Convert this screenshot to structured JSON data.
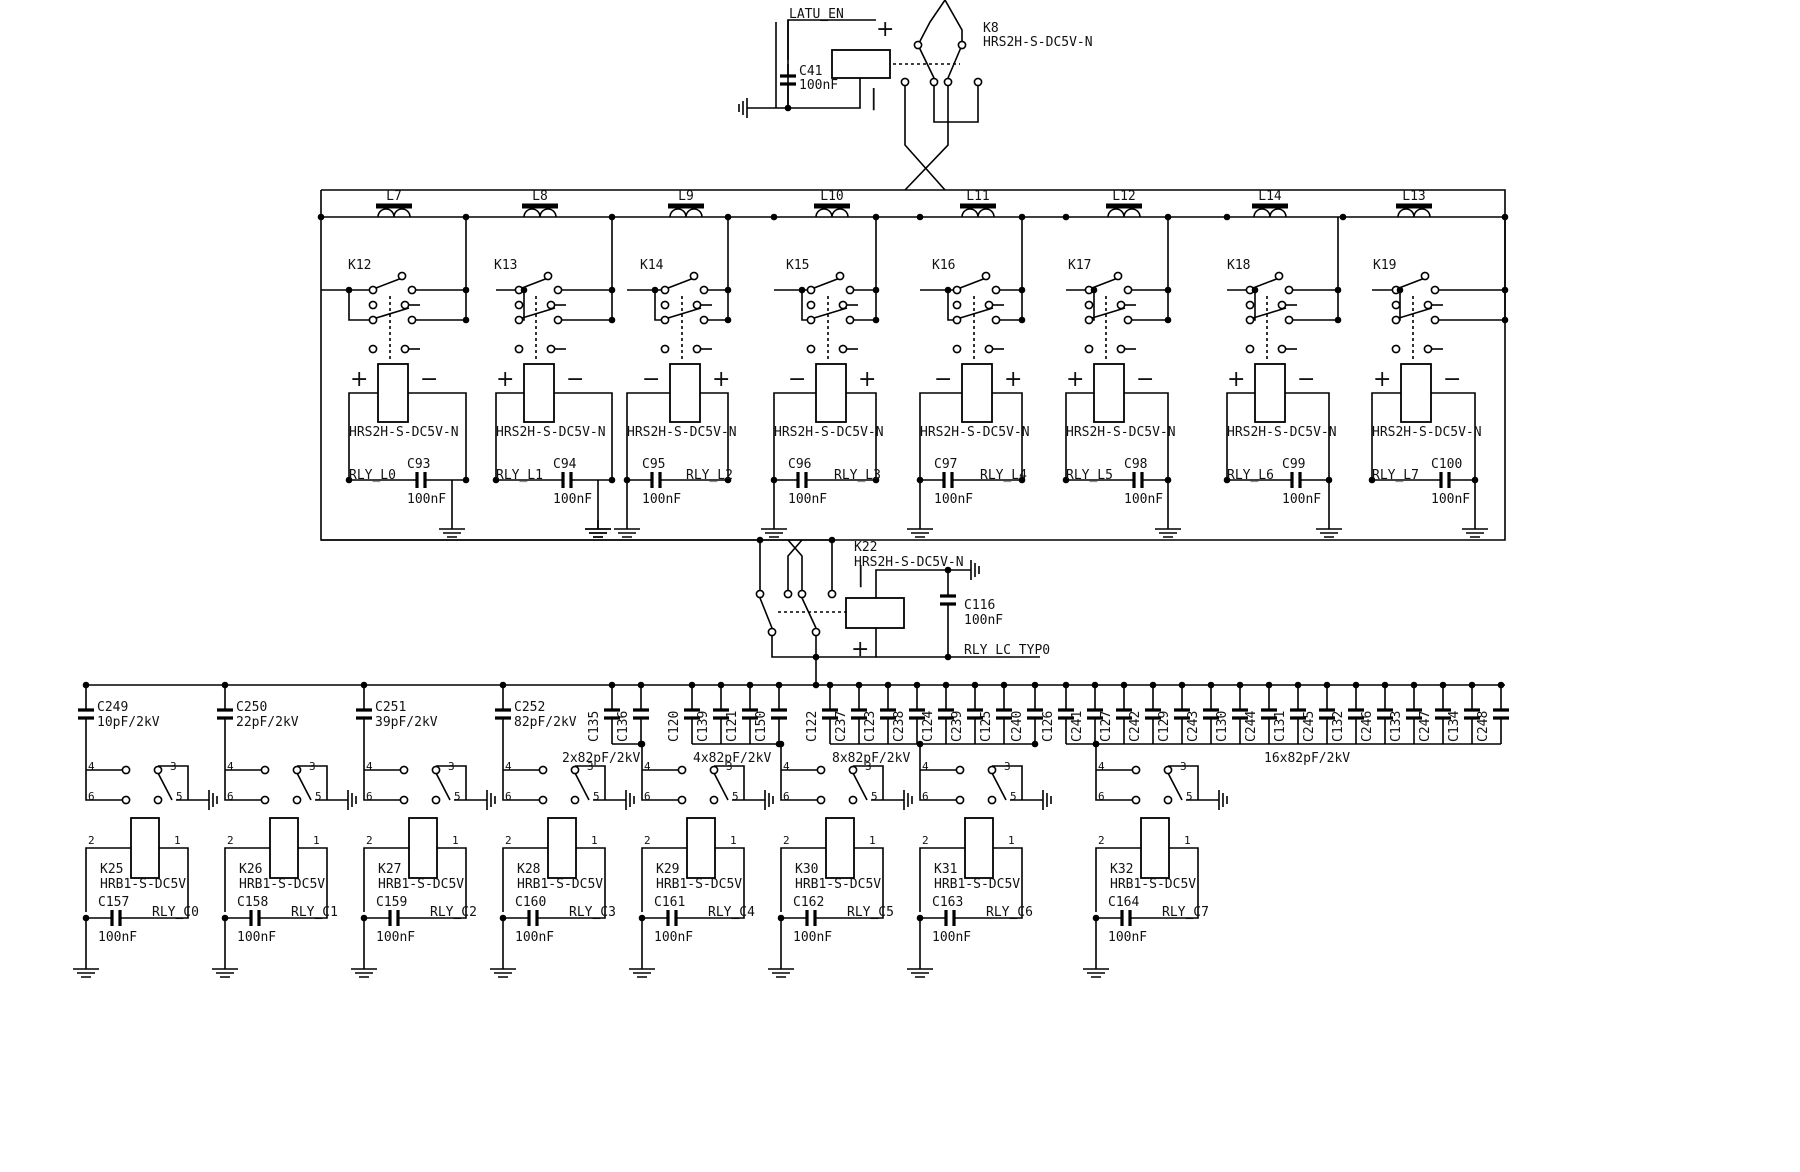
{
  "top_relay": {
    "ref": "K8",
    "part": "HRS2H-S-DC5V-N",
    "net": "LATU_EN",
    "cap_ref": "C41",
    "cap_val": "100nF"
  },
  "inductors": [
    {
      "ref": "L7"
    },
    {
      "ref": "L8"
    },
    {
      "ref": "L9"
    },
    {
      "ref": "L10"
    },
    {
      "ref": "L11"
    },
    {
      "ref": "L12"
    },
    {
      "ref": "L14"
    },
    {
      "ref": "L13"
    }
  ],
  "l_relays": [
    {
      "ref": "K12",
      "part": "HRS2H-S-DC5V-N",
      "net": "RLY_L0",
      "cap": "C93",
      "cap_val": "100nF",
      "left": "+",
      "right": "−"
    },
    {
      "ref": "K13",
      "part": "HRS2H-S-DC5V-N",
      "net": "RLY_L1",
      "cap": "C94",
      "cap_val": "100nF",
      "left": "+",
      "right": "−"
    },
    {
      "ref": "K14",
      "part": "HRS2H-S-DC5V-N",
      "net": "RLY_L2",
      "cap": "C95",
      "cap_val": "100nF",
      "left": "−",
      "right": "+"
    },
    {
      "ref": "K15",
      "part": "HRS2H-S-DC5V-N",
      "net": "RLY_L3",
      "cap": "C96",
      "cap_val": "100nF",
      "left": "−",
      "right": "+"
    },
    {
      "ref": "K16",
      "part": "HRS2H-S-DC5V-N",
      "net": "RLY_L4",
      "cap": "C97",
      "cap_val": "100nF",
      "left": "−",
      "right": "+"
    },
    {
      "ref": "K17",
      "part": "HRS2H-S-DC5V-N",
      "net": "RLY_L5",
      "cap": "C98",
      "cap_val": "100nF",
      "left": "+",
      "right": "−"
    },
    {
      "ref": "K18",
      "part": "HRS2H-S-DC5V-N",
      "net": "RLY_L6",
      "cap": "C99",
      "cap_val": "100nF",
      "left": "+",
      "right": "−"
    },
    {
      "ref": "K19",
      "part": "HRS2H-S-DC5V-N",
      "net": "RLY_L7",
      "cap": "C100",
      "cap_val": "100nF",
      "left": "+",
      "right": "−"
    }
  ],
  "mid_relay": {
    "ref": "K22",
    "part": "HRS2H-S-DC5V-N",
    "cap_ref": "C116",
    "cap_val": "100nF",
    "net": "RLY_LC_TYP0"
  },
  "c_caps_single": [
    {
      "ref": "C249",
      "val": "10pF/2kV"
    },
    {
      "ref": "C250",
      "val": "22pF/2kV"
    },
    {
      "ref": "C251",
      "val": "39pF/2kV"
    },
    {
      "ref": "C252",
      "val": "82pF/2kV"
    }
  ],
  "bank_groups": [
    {
      "label": "2x82pF/2kV",
      "caps": [
        "C135",
        "C136"
      ]
    },
    {
      "label": "4x82pF/2kV",
      "caps": [
        "C120",
        "C139",
        "C121",
        "C150"
      ]
    },
    {
      "label": "8x82pF/2kV",
      "caps": [
        "C122",
        "C237",
        "C123",
        "C238",
        "C124",
        "C239",
        "C125",
        "C240"
      ]
    },
    {
      "label": "16x82pF/2kV",
      "caps": [
        "C126",
        "C241",
        "C127",
        "C242",
        "C129",
        "C243",
        "C130",
        "C244",
        "C131",
        "C245",
        "C132",
        "C246",
        "C133",
        "C247",
        "C134",
        "C248"
      ]
    }
  ],
  "c_relays": [
    {
      "ref": "K25",
      "part": "HRB1-S-DC5V",
      "cap": "C157",
      "cap_val": "100nF",
      "net": "RLY_C0"
    },
    {
      "ref": "K26",
      "part": "HRB1-S-DC5V",
      "cap": "C158",
      "cap_val": "100nF",
      "net": "RLY_C1"
    },
    {
      "ref": "K27",
      "part": "HRB1-S-DC5V",
      "cap": "C159",
      "cap_val": "100nF",
      "net": "RLY_C2"
    },
    {
      "ref": "K28",
      "part": "HRB1-S-DC5V",
      "cap": "C160",
      "cap_val": "100nF",
      "net": "RLY_C3"
    },
    {
      "ref": "K29",
      "part": "HRB1-S-DC5V",
      "cap": "C161",
      "cap_val": "100nF",
      "net": "RLY_C4"
    },
    {
      "ref": "K30",
      "part": "HRB1-S-DC5V",
      "cap": "C162",
      "cap_val": "100nF",
      "net": "RLY_C5"
    },
    {
      "ref": "K31",
      "part": "HRB1-S-DC5V",
      "cap": "C163",
      "cap_val": "100nF",
      "net": "RLY_C6"
    },
    {
      "ref": "K32",
      "part": "HRB1-S-DC5V",
      "cap": "C164",
      "cap_val": "100nF",
      "net": "RLY_C7"
    }
  ],
  "pins": {
    "p1": "1",
    "p2": "2",
    "p3": "3",
    "p4": "4",
    "p5": "5",
    "p6": "6"
  }
}
